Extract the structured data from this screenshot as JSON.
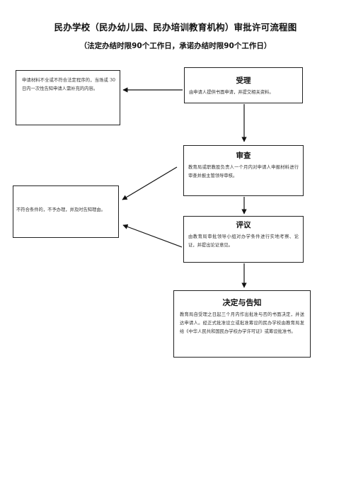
{
  "title": "民办学校（民办幼儿园、民办培训教育机构）审批许可流程图",
  "subtitle": "（法定办结时限90个工作日，承诺办结时限90个工作日）",
  "steps": [
    {
      "heading": "受理",
      "text": "由申请人提供书面申请，并提交相关资料。"
    },
    {
      "heading": "审查",
      "text": "教育局或职教股负责人一个月内对申请人申报材料进行审查并报主管领导审核。"
    },
    {
      "heading": "评议",
      "text": "由教育局审批领导小组对办学条件进行实地考察、论证，并提出论证意见。"
    },
    {
      "heading": "决定与告知",
      "text": "教育局自受理之日起三个月内作出批准与否的书面决定，并送达申请人。经正式批准设立或批准筹设的民办学校由教育局发给《中华人民共和国民办学校办学许可证》或筹设批准书。"
    }
  ],
  "side_notes": [
    {
      "text": "申请材料不全或不符合法定程序的，当场或 30 日内一次性告知申请人需补充的内容。"
    },
    {
      "text": "不符合条件的，不予办理，并及时告知理由。"
    }
  ]
}
